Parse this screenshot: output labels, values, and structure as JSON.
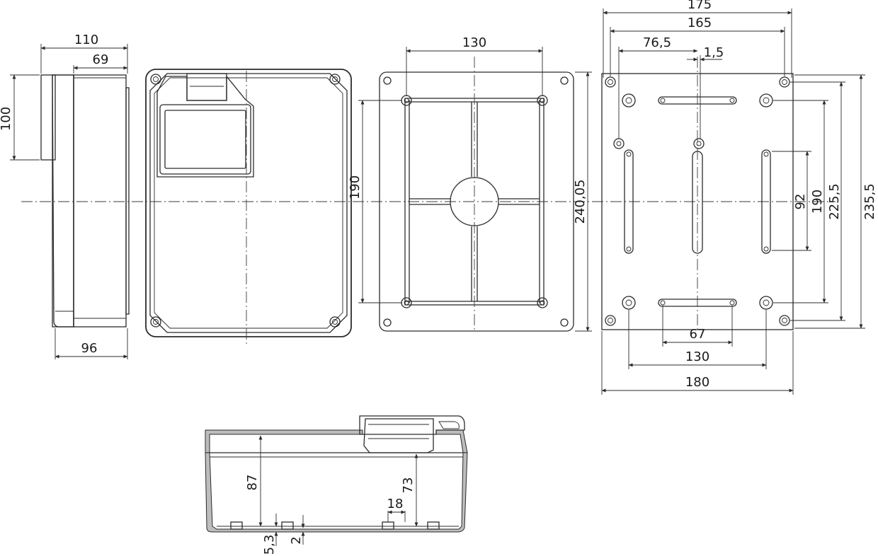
{
  "dimensions": {
    "side_width_total": "110",
    "side_width_inner": "69",
    "side_height_top": "100",
    "side_width_bottom": "96",
    "back_height_190": "190",
    "back_width_130": "130",
    "back_height_24005": "240,05",
    "right_width_175": "175",
    "right_width_165": "165",
    "right_offset_765": "76,5",
    "right_offset_15": "1,5",
    "right_height_92": "92",
    "right_height_190": "190",
    "right_height_2255": "225,5",
    "right_height_2355": "235,5",
    "right_width_67": "67",
    "right_width_130": "130",
    "right_width_180": "180",
    "section_height_87": "87",
    "section_height_73": "73",
    "section_width_18": "18",
    "section_depth_53": "5,3",
    "section_depth_2": "2"
  }
}
